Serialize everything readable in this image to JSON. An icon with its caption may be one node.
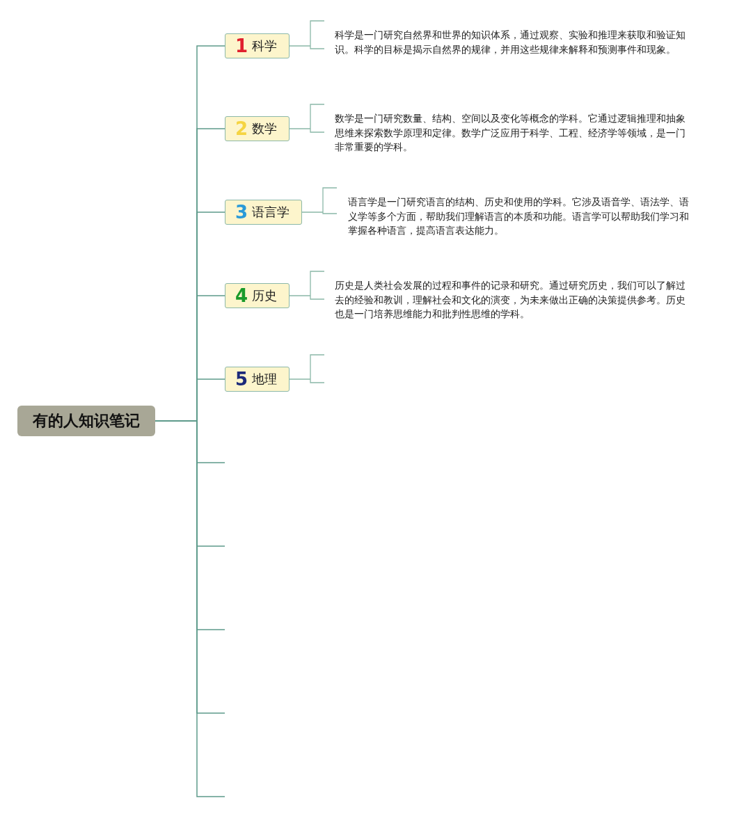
{
  "diagram": {
    "nodes": [
      {
        "text": [
          "有的人知识笔记"
        ]
      },
      {
        "text": [
          "1",
          "科学"
        ]
      },
      {
        "text": [
          "科学是一门研究自然界和世界的知识体系，通过观察、实验和推理来获取和验证知识。科学的目标是揭示自然界的规律，并用这些规律来解释和预测事件和现象。"
        ]
      },
      {
        "text": [
          "2",
          "数学"
        ]
      },
      {
        "text": [
          "数学是一门研究数量、结构、空间以及变化等概念的学科。它通过逻辑推理和抽象思维来探索数学原理和定律。数学广泛应用于科学、工程、经济学等领域，是一门非常重要的学科。"
        ]
      },
      {
        "text": [
          "3",
          "语言学"
        ]
      },
      {
        "text": [
          "语言学是一门研究语言的结构、历史和使用的学科。它涉及语音学、语法学、语义学等多个方面，帮助我们理解语言的本质和功能。语言学可以帮助我们学习和掌握各种语言，提高语言表达能力。"
        ]
      },
      {
        "text": [
          "4",
          "历史"
        ]
      },
      {
        "text": [
          "历史是人类社会发展的过程和事件的记录和研究。通过研究历史，我们可以了解过去的经验和教训，理解社会和文化的演变，为未来做出正确的决策提供参考。历史也是一门培养思维能力和批判性思维的学科。"
        ]
      },
      {
        "text": [
          "5",
          "地理"
        ]
      }
    ],
    "edges": [
      {
        "from": 0,
        "to": 1,
        "arrow": "none"
      },
      {
        "from": 0,
        "to": 3,
        "arrow": "none"
      },
      {
        "from": 0,
        "to": 5,
        "arrow": "none"
      },
      {
        "from": 0,
        "to": 7,
        "arrow": "none"
      },
      {
        "from": 0,
        "to": 9,
        "arrow": "none"
      },
      {
        "from": 0,
        "to": null,
        "arrow": "none"
      },
      {
        "from": 0,
        "to": null,
        "arrow": "none"
      },
      {
        "from": 0,
        "to": null,
        "arrow": "none"
      },
      {
        "from": 0,
        "to": null,
        "arrow": "none"
      },
      {
        "from": 0,
        "to": null,
        "arrow": "none"
      },
      {
        "from": 1,
        "to": 2,
        "arrow": "none"
      },
      {
        "from": 3,
        "to": 4,
        "arrow": "none"
      },
      {
        "from": 5,
        "to": 6,
        "arrow": "none"
      },
      {
        "from": 7,
        "to": 8,
        "arrow": "none"
      },
      {
        "from": 9,
        "to": null,
        "arrow": "none"
      }
    ]
  }
}
